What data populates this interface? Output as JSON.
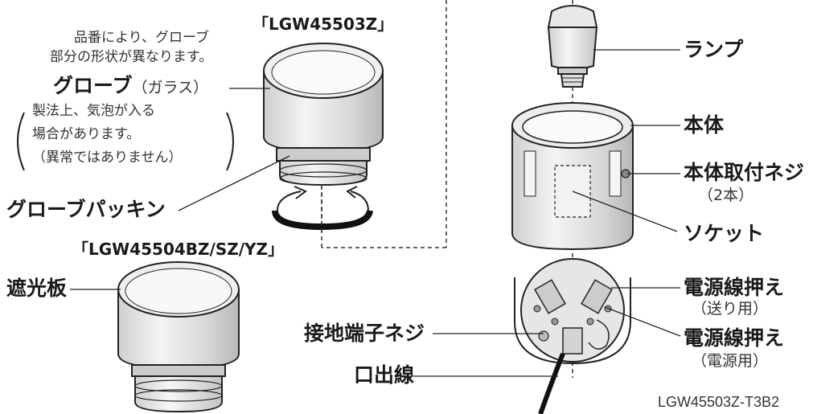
{
  "models": {
    "top": "「LGW45503Z」",
    "bottom": "「LGW45504BZ/SZ/YZ」"
  },
  "left": {
    "note_line1": "品番により、グローブ",
    "note_line2": "部分の形状が異なります。",
    "globe_label": "グローブ",
    "globe_material": "（ガラス）",
    "bubble_line1": "製法上、気泡が入る",
    "bubble_line2": "場合があります。",
    "bubble_line3": "（異常ではありません）",
    "packing_label": "グローブパッキン",
    "shade_label": "遮光板"
  },
  "right": {
    "lamp_label": "ランプ",
    "body_label": "本体",
    "screw_label": "本体取付ネジ",
    "screw_count": "（2本）",
    "socket_label": "ソケット",
    "clamp1_label": "電源線押え",
    "clamp1_sub": "（送り用）",
    "clamp2_label": "電源線押え",
    "clamp2_sub": "（電源用）"
  },
  "bottom": {
    "ground_label": "接地端子ネジ",
    "cable_label": "口出線",
    "code": "LGW45503Z-T3B2"
  }
}
